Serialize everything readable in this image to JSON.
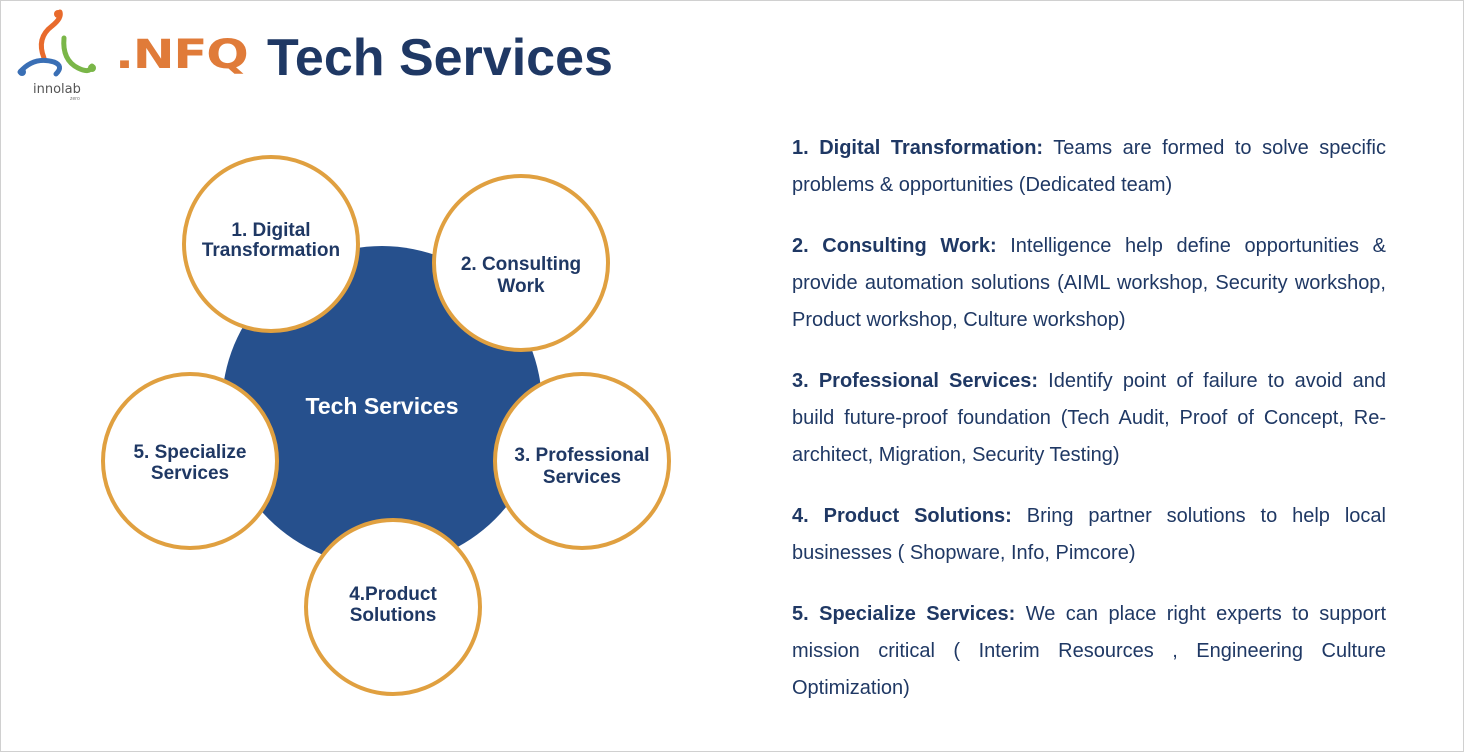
{
  "header": {
    "title": "Tech Services",
    "innolab_logo_text": "innolab",
    "innolab_logo_sub": "zero",
    "nfq_logo_text": ".NFQ"
  },
  "colors": {
    "navy": "#1f3864",
    "circle_center": "#26508d",
    "ring": "#e0a040",
    "orange": "#e07b39"
  },
  "diagram": {
    "center_label": "Tech Services",
    "nodes": [
      {
        "line1": "1. Digital",
        "line2": "Transformation"
      },
      {
        "line1": "2. Consulting",
        "line2": "Work"
      },
      {
        "line1": "3. Professional",
        "line2": "Services"
      },
      {
        "line1": "4.Product",
        "line2": "Solutions"
      },
      {
        "line1": "5. Specialize",
        "line2": "Services"
      }
    ]
  },
  "descriptions": [
    {
      "heading": "1. Digital Transformation:",
      "text": "Teams are formed to solve specific problems & opportunities (Dedicated team)"
    },
    {
      "heading": "2. Consulting Work:",
      "text": "Intelligence help define opportunities & provide automation solutions (AIML workshop, Security workshop, Product workshop, Culture workshop)"
    },
    {
      "heading": "3. Professional Services:",
      "text": "Identify point of failure to avoid and build future-proof foundation (Tech Audit, Proof of Concept, Re-architect, Migration, Security Testing)"
    },
    {
      "heading": "4. Product Solutions:",
      "text": "Bring partner solutions to help local businesses ( Shopware, Info, Pimcore)"
    },
    {
      "heading": "5. Specialize Services:",
      "text": "We can place right experts to support mission critical ( Interim Resources , Engineering Culture Optimization)"
    }
  ]
}
